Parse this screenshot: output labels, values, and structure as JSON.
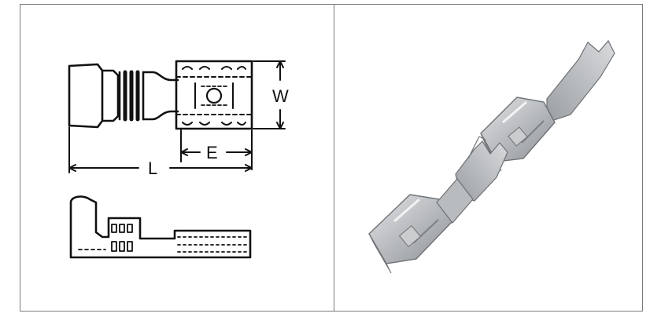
{
  "drawing": {
    "dim_w": "W",
    "dim_e": "E",
    "dim_l": "L"
  },
  "colors": {
    "line": "#111111",
    "frame": "#7a7a7a",
    "metal_light": "#d4d6d8",
    "metal_mid": "#a9acaf",
    "metal_dark": "#6e7276"
  },
  "icons": {
    "left_panel": "terminal-technical-drawing-icon",
    "right_panel": "terminal-photo-icon"
  }
}
